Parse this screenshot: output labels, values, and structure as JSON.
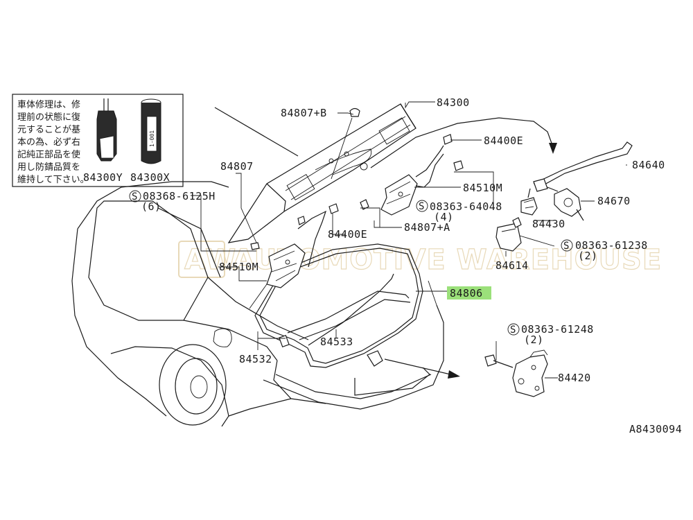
{
  "watermark": "AUTOMOTIVE WAREHOUSE",
  "watermark_mark": "AW",
  "diagram_code": "A8430094",
  "note_text": [
    "車体修理は、修",
    "理前の状態に復",
    "元することが基",
    "本の為、必ず右",
    "記純正部品を使",
    "用し防錆品質を",
    "維持して下さい。"
  ],
  "can_label": "1-001",
  "highlight_color": "#9be07a",
  "parts": {
    "p84300": "84300",
    "p84807B": "84807+B",
    "p84400E_a": "84400E",
    "p84640": "84640",
    "p84807": "84807",
    "p84510M_a": "84510M",
    "p08363_64048": "08363-64048",
    "p08363_64048_qty": "(4)",
    "p84670": "84670",
    "p08368_6125H": "08368-6125H",
    "p08368_6125H_qty": "(6)",
    "p84807A": "84807+A",
    "p84430": "84430",
    "p84400E_b": "84400E",
    "p08363_61238": "08363-61238",
    "p08363_61238_qty": "(2)",
    "p84510M_b": "84510M",
    "p84614": "84614",
    "p84806": "84806",
    "p08363_61248": "08363-61248",
    "p08363_61248_qty": "(2)",
    "p84533": "84533",
    "p84532": "84532",
    "p84420": "84420",
    "p84300Y": "84300Y",
    "p84300X": "84300X"
  },
  "screw_symbol": "S"
}
